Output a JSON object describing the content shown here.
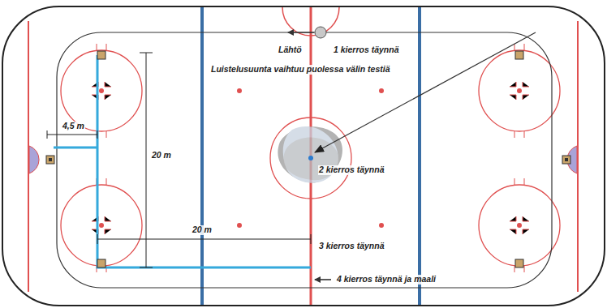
{
  "diagram": {
    "labels": [
      "Lähtö",
      "1 kierros täynnä",
      "Luistelusuunta vaihtuu puolessa välin testiä",
      "2 kierros täynnä",
      "4,5 m",
      "20 m",
      "20 m",
      "3 kierros täynnä",
      "4 kierros täynnä ja maali"
    ]
  }
}
